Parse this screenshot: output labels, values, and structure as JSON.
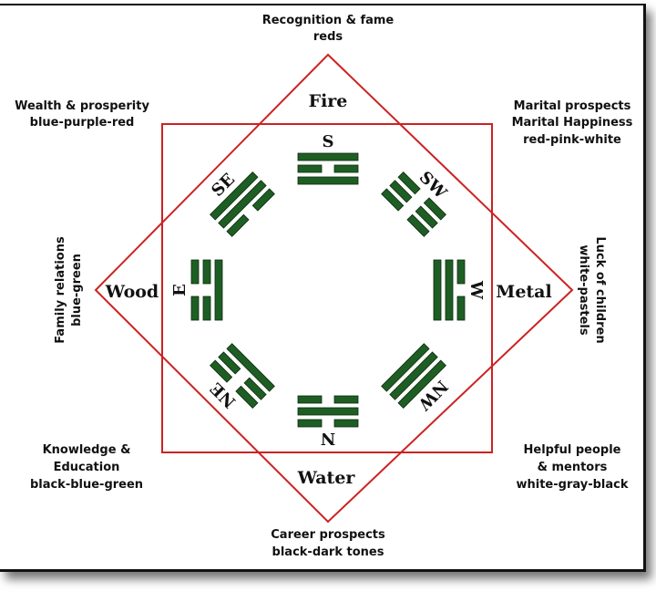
{
  "colors": {
    "lines": "#cc2222",
    "trigram": "#1e5e24"
  },
  "top": {
    "line1": "Recognition & fame",
    "line2": "reds"
  },
  "top_left": {
    "line1": "Wealth & prosperity",
    "line2": "blue-purple-red"
  },
  "top_right": {
    "line1": "Marital prospects",
    "line2": "Marital Happiness",
    "line3": "red-pink-white"
  },
  "left": {
    "line1": "Family relations",
    "line2": "blue-green"
  },
  "right": {
    "line1": "Luck of children",
    "line2": "white-pastels"
  },
  "bottom_left": {
    "line1": "Knowledge &",
    "line2": "Education",
    "line3": "black-blue-green"
  },
  "bottom_right": {
    "line1": "Helpful people",
    "line2": "& mentors",
    "line3": "white-gray-black"
  },
  "bottom": {
    "line1": "Career prospects",
    "line2": "black-dark tones"
  },
  "elements": {
    "fire": "Fire",
    "wood": "Wood",
    "metal": "Metal",
    "water": "Water"
  },
  "trigrams": [
    {
      "direction": "S",
      "lines": [
        "solid",
        "broken",
        "solid"
      ]
    },
    {
      "direction": "SW",
      "lines": [
        "broken",
        "broken",
        "broken"
      ]
    },
    {
      "direction": "W",
      "lines": [
        "broken",
        "solid",
        "solid"
      ]
    },
    {
      "direction": "NW",
      "lines": [
        "solid",
        "solid",
        "solid"
      ]
    },
    {
      "direction": "N",
      "lines": [
        "broken",
        "solid",
        "broken"
      ]
    },
    {
      "direction": "NE",
      "lines": [
        "broken",
        "broken",
        "solid"
      ]
    },
    {
      "direction": "E",
      "lines": [
        "broken",
        "broken",
        "solid"
      ]
    },
    {
      "direction": "SE",
      "lines": [
        "solid",
        "solid",
        "broken"
      ]
    }
  ]
}
